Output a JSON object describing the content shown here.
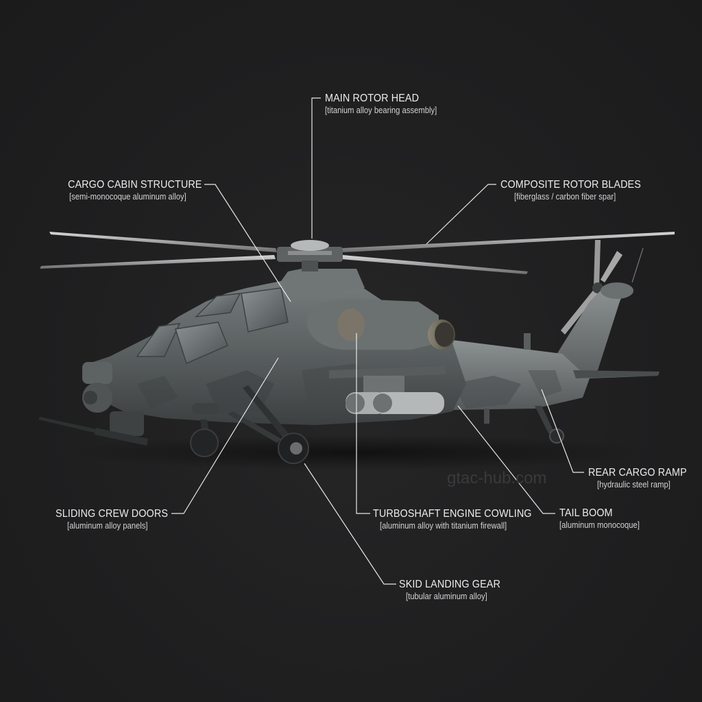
{
  "diagram": {
    "subject": "Military helicopter (side view, gray camouflage)",
    "background_color": "#1e1e1f",
    "label_color": "#ececec",
    "leader_line_color": "#e8e8e8",
    "callouts": [
      {
        "id": "main-rotor-head",
        "title": "MAIN ROTOR HEAD",
        "material": "[titanium alloy bearing assembly]"
      },
      {
        "id": "cargo-cabin-structure",
        "title": "CARGO CABIN STRUCTURE",
        "material": "[semi-monocoque aluminum alloy]"
      },
      {
        "id": "composite-rotor-blades",
        "title": "COMPOSITE ROTOR BLADES",
        "material": "[fiberglass / carbon fiber spar]"
      },
      {
        "id": "rear-cargo-ramp",
        "title": "REAR CARGO RAMP",
        "material": "[hydraulic steel ramp]"
      },
      {
        "id": "sliding-crew-doors",
        "title": "SLIDING CREW DOORS",
        "material": "[aluminum alloy panels]"
      },
      {
        "id": "turboshaft-engine-cowling",
        "title": "TURBOSHAFT ENGINE COWLING",
        "material": "[aluminum alloy with titanium firewall]"
      },
      {
        "id": "tail-boom",
        "title": "TAIL BOOM",
        "material": "[aluminum monocoque]"
      },
      {
        "id": "skid-landing-gear",
        "title": "SKID LANDING GEAR",
        "material": "[tubular aluminum alloy]"
      }
    ],
    "watermark": "gtac-hub.com"
  }
}
